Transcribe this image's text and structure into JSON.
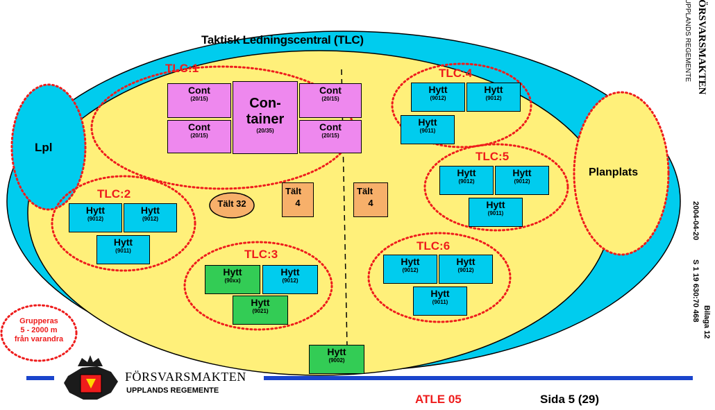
{
  "title": "Taktisk Ledningscentral (TLC)",
  "areas": {
    "lpl": "Lpl",
    "planplats": "Planplats"
  },
  "groups": {
    "tlc1": "TLC:1",
    "tlc2": "TLC:2",
    "tlc3": "TLC:3",
    "tlc4": "TLC:4",
    "tlc5": "TLC:5",
    "tlc6": "TLC:6"
  },
  "units": {
    "cont1": {
      "name": "Cont",
      "code": "(20/15)"
    },
    "cont2": {
      "name": "Cont",
      "code": "(20/15)"
    },
    "cont3": {
      "name": "Cont",
      "code": "(20/15)"
    },
    "cont4": {
      "name": "Cont",
      "code": "(20/15)"
    },
    "container": {
      "name1": "Con-",
      "name2": "tainer",
      "code": "(20/35)"
    },
    "tlc2_a": {
      "name": "Hytt",
      "code": "(9012)"
    },
    "tlc2_b": {
      "name": "Hytt",
      "code": "(9012)"
    },
    "tlc2_c": {
      "name": "Hytt",
      "code": "(9011)"
    },
    "tlc3_a": {
      "name": "Hytt",
      "code": "(90xx)"
    },
    "tlc3_b": {
      "name": "Hytt",
      "code": "(9012)"
    },
    "tlc3_c": {
      "name": "Hytt",
      "code": "(9021)"
    },
    "tlc4_a": {
      "name": "Hytt",
      "code": "(9012)"
    },
    "tlc4_b": {
      "name": "Hytt",
      "code": "(9012)"
    },
    "tlc4_c": {
      "name": "Hytt",
      "code": "(9011)"
    },
    "tlc5_a": {
      "name": "Hytt",
      "code": "(9012)"
    },
    "tlc5_b": {
      "name": "Hytt",
      "code": "(9012)"
    },
    "tlc5_c": {
      "name": "Hytt",
      "code": "(9011)"
    },
    "tlc6_a": {
      "name": "Hytt",
      "code": "(9012)"
    },
    "tlc6_b": {
      "name": "Hytt",
      "code": "(9012)"
    },
    "tlc6_c": {
      "name": "Hytt",
      "code": "(9011)"
    },
    "bottom": {
      "name": "Hytt",
      "code": "(9002)"
    },
    "talt32": "Tält 32",
    "talt4a": {
      "name": "Tält",
      "num": "4"
    },
    "talt4b": {
      "name": "Tält",
      "num": "4"
    }
  },
  "note": {
    "line1": "Grupperas",
    "line2": "5 - 2000 m",
    "line3": "från varandra"
  },
  "footer": {
    "org": "FÖRSVARSMAKTEN",
    "unit": "UPPLANDS REGEMENTE",
    "exercise": "ATLE 05",
    "page": "Sida 5 (29)"
  },
  "sidebar": {
    "org": "FÖRSVARSMAKTEN",
    "unit": "UPPLANDS REGEMENTE",
    "date": "2004-04-20",
    "ref": "S 1  19 630:70 468",
    "attachment": "Bilaga 12"
  },
  "colors": {
    "cyan": "#00ccee",
    "yellow": "#fff07a",
    "pink": "#ee88ee",
    "green": "#33cc55",
    "orange": "#f7b06a",
    "red": "#ee1c1c",
    "blue": "#1a44cc"
  }
}
